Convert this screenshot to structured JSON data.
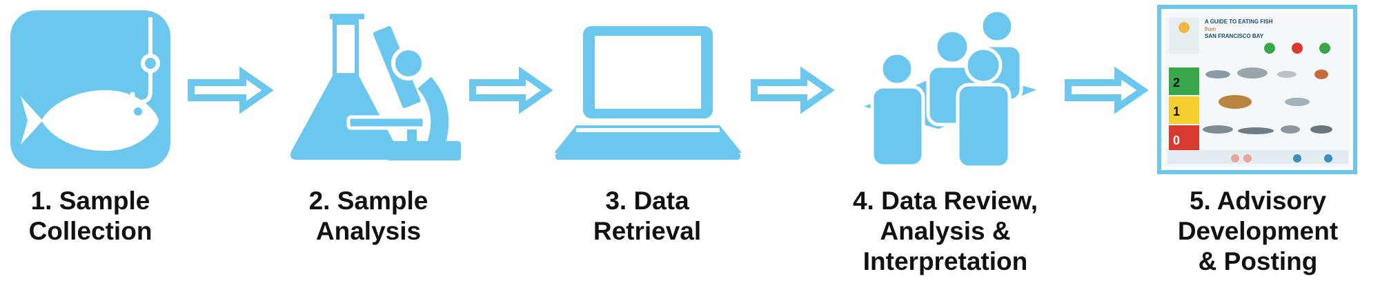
{
  "colors": {
    "icon_blue": "#6CC7EE",
    "text": "#111111",
    "poster_green": "#3aa64a",
    "poster_yellow": "#f3d02f",
    "poster_red": "#d93a2e"
  },
  "steps": [
    {
      "icon": "fish-on-hook-icon",
      "lines": [
        "1. Sample",
        "Collection"
      ]
    },
    {
      "icon": "lab-flask-microscope-icon",
      "lines": [
        "2. Sample",
        "Analysis"
      ]
    },
    {
      "icon": "laptop-icon",
      "lines": [
        "3. Data",
        "Retrieval"
      ]
    },
    {
      "icon": "team-review-icon",
      "lines": [
        "4. Data Review,",
        "Analysis &",
        "Interpretation"
      ]
    },
    {
      "icon": "advisory-poster-icon",
      "lines": [
        "5. Advisory",
        "Development",
        "& Posting"
      ]
    }
  ],
  "arrow_icon": "right-arrow-icon",
  "poster": {
    "title_line1": "A GUIDE TO EATING FISH",
    "title_from": "from",
    "title_line2": "SAN FRANCISCO BAY",
    "servings": [
      "2",
      "1",
      "0"
    ]
  }
}
